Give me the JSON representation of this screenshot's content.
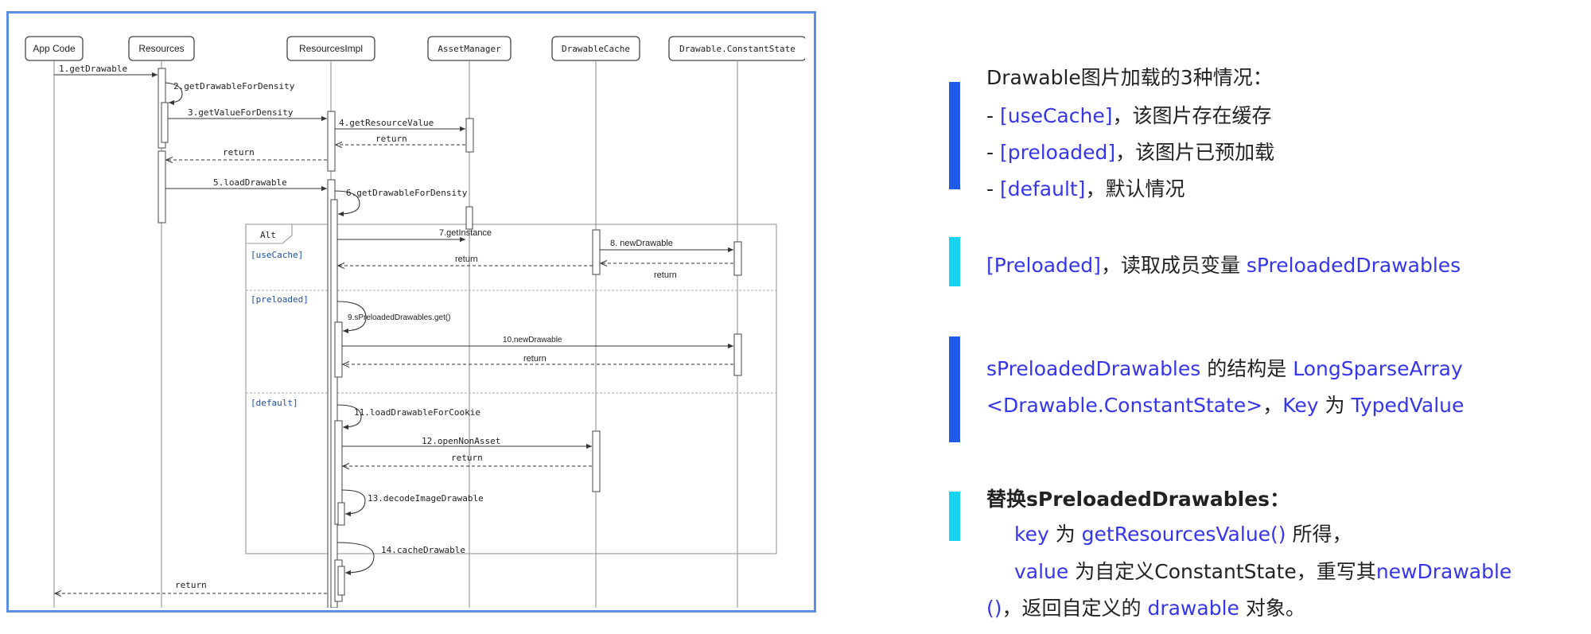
{
  "diagram": {
    "participants": [
      "App Code",
      "Resources",
      "ResourcesImpl",
      "AssetManager",
      "DrawableCache",
      "Drawable.ConstantState"
    ],
    "messages": {
      "m1": "1.getDrawable",
      "m2": "2.getDrawableForDensity",
      "m3": "3.getValueForDensity",
      "m4": "4.getResourceValue",
      "r4": "return",
      "r3": "return",
      "m5": "5.loadDrawable",
      "m6": "6.getDrawableForDensity",
      "m7": "7.getInstance",
      "m8": "8. newDrawable",
      "r8": "return",
      "r7": "return",
      "m9": "9.sPreloadedDrawables.get()",
      "m10": "10.newDrawable",
      "r10": "return",
      "m11": "11.loadDrawableForCookie",
      "m12": "12.openNonAsset",
      "r12": "return",
      "m13": "13.decodeImageDrawable",
      "m14": "14.cacheDrawable",
      "r_final": "return"
    },
    "fragment": {
      "label": "Alt",
      "guards": [
        "[useCache]",
        "[preloaded]",
        "[default]"
      ]
    }
  },
  "panel": {
    "block1": {
      "title": "Drawable图片加载的3种情况：",
      "items": [
        {
          "prefix": "- ",
          "key": "[useCache]",
          "text": "，该图片存在缓存"
        },
        {
          "prefix": "- ",
          "key": "[preloaded]",
          "text": "，该图片已预加载"
        },
        {
          "prefix": "- ",
          "key": "[default]",
          "text": "，默认情况"
        }
      ]
    },
    "block2": {
      "key": "[Preloaded]",
      "text": "，读取成员变量 ",
      "var": "sPreloadedDrawables"
    },
    "block3": {
      "var": "sPreloadedDrawables",
      "text1": " 的结构是 ",
      "type1": "LongSparseArray",
      "type2": "<Drawable.ConstantState>",
      "text2": "，",
      "key": "Key",
      "text3": " 为 ",
      "type3": "TypedValue"
    },
    "block4": {
      "title": "替换sPreloadedDrawables：",
      "l1_key": "key",
      "l1_t1": " 为 ",
      "l1_call": "getResourcesValue()",
      "l1_t2": " 所得，",
      "l2_key": "value",
      "l2_t1": " 为自定义ConstantState，重写其",
      "l2_call": "newDrawable",
      "l3_call": "()",
      "l3_t1": "，返回自定义的 ",
      "l3_key": "drawable",
      "l3_t2": " 对象。"
    }
  },
  "colors": {
    "bar_blue": "#1f5be8",
    "bar_cyan": "#17d3ee",
    "highlight": "#3535ee",
    "frame": "#5b8fe6",
    "guard": "#1d4fa3"
  }
}
